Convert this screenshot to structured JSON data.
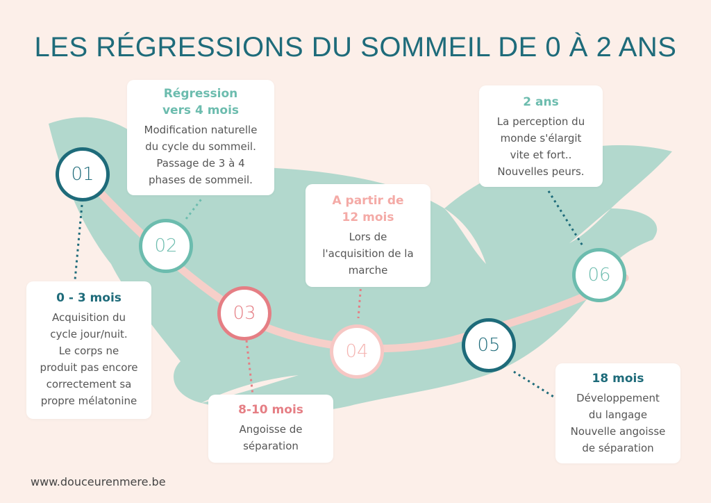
{
  "title": "LES RÉGRESSIONS DU SOMMEIL DE 0 À 2 ANS",
  "steps": [
    {
      "number": "01",
      "heading": "0 - 3 mois",
      "lines": [
        "Acquisition du",
        "cycle jour/nuit.",
        "Le corps ne",
        "produit pas encore",
        "correctement sa",
        "propre mélatonine"
      ],
      "color": "#1e6b7a"
    },
    {
      "number": "02",
      "heading": [
        "Régression",
        "vers 4 mois"
      ],
      "lines": [
        "Modification naturelle",
        "du cycle du sommeil.",
        "Passage de 3 à 4",
        "phases de sommeil."
      ],
      "color": "#6cbcae"
    },
    {
      "number": "03",
      "heading": "8-10 mois",
      "lines": [
        "Angoisse de",
        "séparation"
      ],
      "color": "#e57e84"
    },
    {
      "number": "04",
      "heading": [
        "A partir de",
        "12 mois"
      ],
      "lines": [
        "Lors de",
        "l'acquisition de la",
        "marche"
      ],
      "color": "#f4aaa6"
    },
    {
      "number": "05",
      "heading": "18 mois",
      "lines": [
        "Développement",
        "du langage",
        "Nouvelle angoisse",
        "de séparation"
      ],
      "color": "#1e6b7a"
    },
    {
      "number": "06",
      "heading": "2 ans",
      "lines": [
        "La perception du",
        "monde s'élargit",
        "vite et fort..",
        "Nouvelles peurs."
      ],
      "color": "#6cbcae"
    }
  ],
  "colors": {
    "background": "#fcefe9",
    "feather": "#b2d8cd",
    "quill": "#f6cfc9",
    "teal_dark": "#1e6b7a",
    "mint": "#6cbcae",
    "coral": "#e57e84",
    "pink": "#f4aaa6"
  },
  "footer": "www.douceurenmere.be"
}
